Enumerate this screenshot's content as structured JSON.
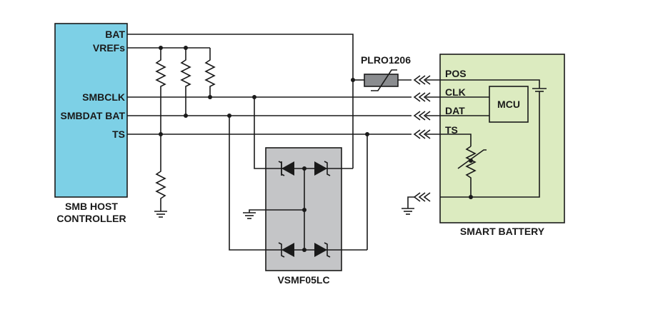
{
  "host": {
    "title_line1": "SMB HOST",
    "title_line2": "CONTROLLER",
    "pins": {
      "bat": "BAT",
      "vrefs": "VREFs",
      "smbclk": "SMBCLK",
      "smbdat": "SMBDAT BAT",
      "ts": "TS"
    }
  },
  "fuse": {
    "label": "PLRO1206"
  },
  "tvs": {
    "label": "VSMF05LC"
  },
  "battery": {
    "title": "SMART BATTERY",
    "mcu": "MCU",
    "pins": {
      "pos": "POS",
      "clk": "CLK",
      "dat": "DAT",
      "ts": "TS"
    }
  },
  "colors": {
    "host_fill": "#7dd0e6",
    "battery_fill": "#dcebc0",
    "tvs_fill": "#c4c5c7",
    "fuse_fill": "#8a8c8f",
    "wire": "#1a1a1a"
  }
}
